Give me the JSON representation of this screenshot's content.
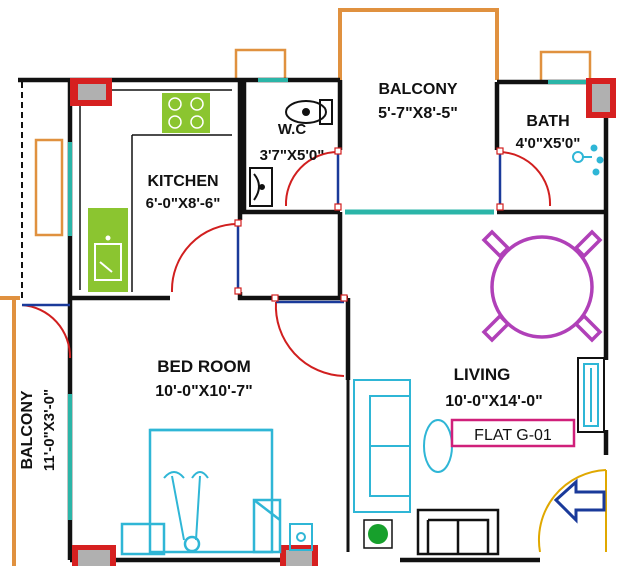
{
  "rooms": {
    "balcony_top": {
      "name": "BALCONY",
      "size": "5'-7\"X8'-5\""
    },
    "wc": {
      "name": "W.C",
      "size": "3'7\"X5'0\""
    },
    "bath": {
      "name": "BATH",
      "size": "4'0\"X5'0\""
    },
    "kitchen": {
      "name": "KITCHEN",
      "size": "6'-0\"X8'-6\""
    },
    "bedroom": {
      "name": "BED ROOM",
      "size": "10'-0\"X10'-7\""
    },
    "living": {
      "name": "LIVING",
      "size": "10'-0\"X14'-0\""
    },
    "balcony_left": {
      "name": "BALCONY",
      "size": "11'-0\"X3'-0\""
    }
  },
  "flat_tag": "FLAT G-01",
  "colors": {
    "wall": "#111111",
    "column": "#d62020",
    "door_swing": "#d11f1f",
    "door_leaf": "#1a3a9a",
    "window": "#2bb5a8",
    "balcony_rail": "#e0913f",
    "furniture_cyan": "#2fb6d6",
    "dining": "#b040b8",
    "kitchen_green": "#8bc530",
    "flat_tag_border": "#d0207a"
  }
}
